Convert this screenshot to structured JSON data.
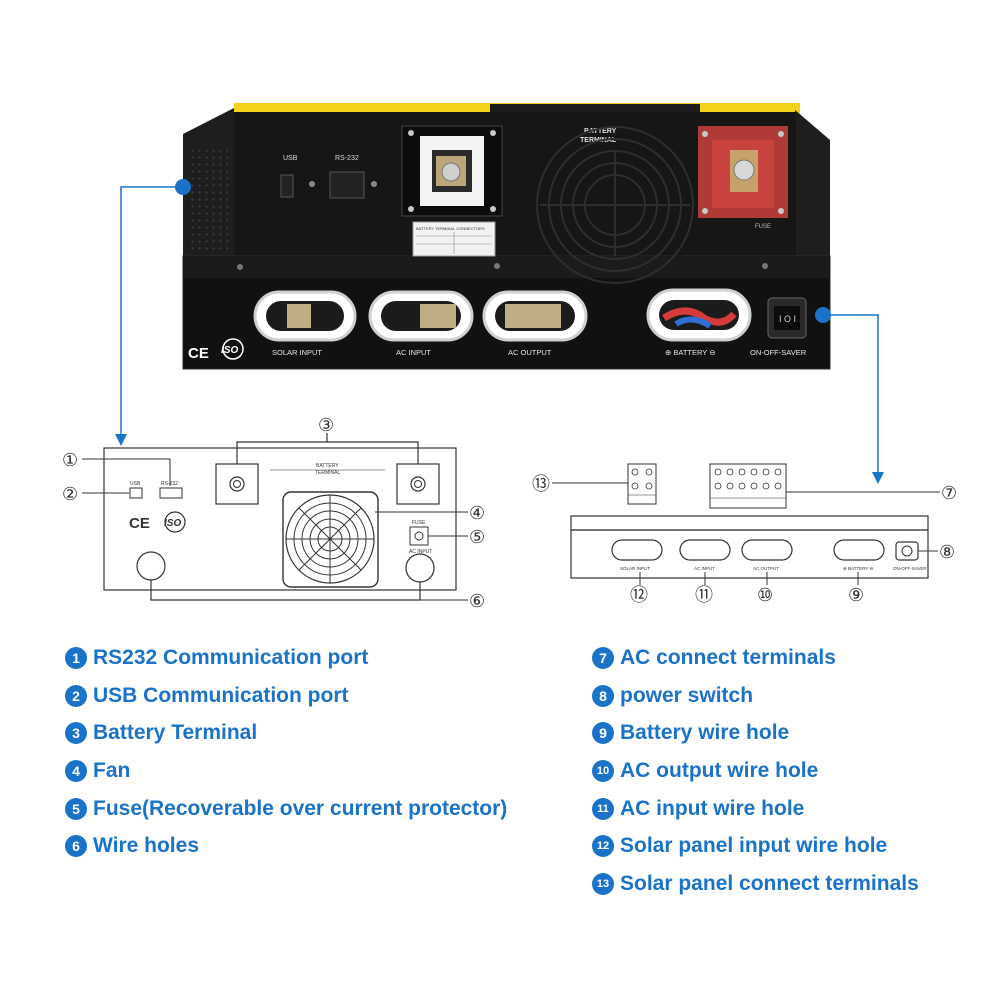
{
  "colors": {
    "accent": "#1a73c8",
    "chassis": "#141414",
    "casing_yellow": "#f2d21b",
    "terminal_red": "#c8423e"
  },
  "photo": {
    "port_labels": {
      "usb": "USB",
      "rs232": "RS-232"
    },
    "battery_terminal_label": [
      "BATTERY",
      "TERMINAL"
    ],
    "fuse_label": "FUSE",
    "sticker_title": "BATTERY TERMINAL CONNECTORS",
    "front_labels": {
      "solar": "SOLAR INPUT",
      "ac_in": "AC INPUT",
      "ac_out": "AC OUTPUT",
      "battery": "⊕ BATTERY ⊖",
      "switch": "ON-OFF-SAVER"
    },
    "marks": {
      "ce": "CE",
      "iso": "ISO"
    }
  },
  "rear_diagram": {
    "callouts": [
      "①",
      "②",
      "③",
      "④",
      "⑤",
      "⑥"
    ],
    "port_labels": {
      "usb": "USB",
      "rs232": "RS-232"
    },
    "battery_terminal_label": [
      "BATTERY",
      "TERMINAL"
    ],
    "fuse_label": "FUSE",
    "ac_input_label": "AC INPUT",
    "marks": {
      "ce": "CE",
      "iso": "ISO"
    }
  },
  "front_diagram": {
    "callouts": [
      "⑦",
      "⑧",
      "⑨",
      "⑩",
      "⑪",
      "⑫",
      "⑬"
    ],
    "hole_labels": {
      "solar": "SOLAR INPUT",
      "ac_in": "AC INPUT",
      "ac_out": "AC OUTPUT",
      "battery": "⊕ BATTERY ⊖",
      "switch": "ON-OFF-SAVER"
    }
  },
  "legend_left": [
    {
      "num": "1",
      "text": "RS232 Communication port"
    },
    {
      "num": "2",
      "text": "USB Communication port"
    },
    {
      "num": "3",
      "text": "Battery Terminal"
    },
    {
      "num": "4",
      "text": "Fan"
    },
    {
      "num": "5",
      "text": "Fuse(Recoverable over current protector)"
    },
    {
      "num": "6",
      "text": "Wire holes"
    }
  ],
  "legend_right": [
    {
      "num": "7",
      "text": "AC connect terminals"
    },
    {
      "num": "8",
      "text": "power switch"
    },
    {
      "num": "9",
      "text": "Battery wire hole"
    },
    {
      "num": "10",
      "text": "AC output wire hole"
    },
    {
      "num": "11",
      "text": "AC input wire hole"
    },
    {
      "num": "12",
      "text": "Solar panel input wire hole"
    },
    {
      "num": "13",
      "text": "Solar panel connect terminals"
    }
  ]
}
